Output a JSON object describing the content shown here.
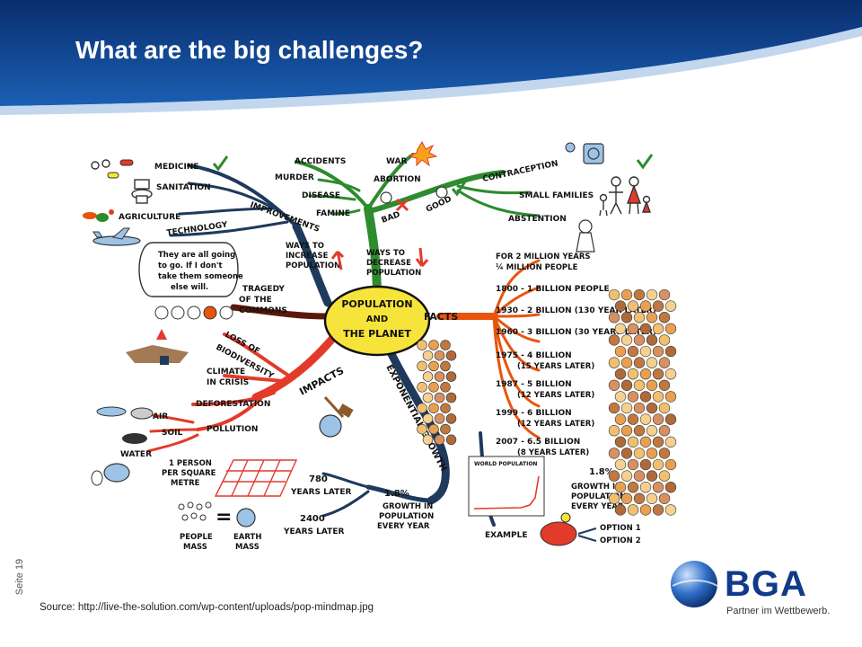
{
  "slide": {
    "title": "What are the big challenges?",
    "page_label": "Seite 19",
    "source": "Source: http://live-the-solution.com/wp-content/uploads/pop-mindmap.jpg"
  },
  "logo": {
    "word": "BGA",
    "tagline": "Partner im Wettbewerb.",
    "color": "#123a8c"
  },
  "colors": {
    "header_dark": "#0a2e6e",
    "header_light": "#1a5fb4",
    "impacts_red": "#e23b2a",
    "growth_navy": "#1e3a5c",
    "ways_green": "#2e8b2e",
    "facts_orange": "#e8540c",
    "center_yellow": "#f7e43a"
  },
  "mindmap": {
    "center": [
      "POPULATION",
      "AND",
      "THE PLANET"
    ],
    "ways_to_increase": {
      "label": [
        "WAYS TO",
        "INCREASE",
        "POPULATION"
      ],
      "improvements": "IMPROVEMENTS",
      "items": [
        "MEDICINE",
        "SANITATION",
        "AGRICULTURE",
        "TECHNOLOGY"
      ]
    },
    "ways_to_decrease": {
      "label": [
        "WAYS TO",
        "DECREASE",
        "POPULATION"
      ],
      "bad": "BAD",
      "bad_items": [
        "ACCIDENTS",
        "MURDER",
        "DISEASE",
        "FAMINE",
        "WAR",
        "ABORTION"
      ],
      "good": "GOOD",
      "good_items": [
        "CONTRACEPTION",
        "SMALL FAMILIES",
        "ABSTENTION"
      ]
    },
    "tragedy": {
      "label": [
        "TRAGEDY",
        "OF THE",
        "COMMONS"
      ],
      "speech": [
        "They are all going",
        "to go. If I don't",
        "take them someone",
        "else will."
      ]
    },
    "impacts": {
      "label": "IMPACTS",
      "items": [
        "LOSS OF",
        "BIODIVERSITY",
        "CLIMATE",
        "IN CRISIS",
        "DEFORESTATION",
        "POLLUTION"
      ],
      "pollution_items": [
        "AIR",
        "SOIL",
        "WATER"
      ]
    },
    "facts": {
      "label": "FACTS",
      "rows": [
        "FOR 2 MILLION YEARS",
        "¼ MILLION PEOPLE",
        "1800 - 1 BILLION PEOPLE",
        "1930 - 2 BILLION (130 YEAR LATER)",
        "1960 - 3 BILLION (30 YEARS LATER)",
        "1975 - 4 BILLION",
        "(15 YEARS LATER)",
        "1987 - 5 BILLION",
        "(12 YEARS LATER)",
        "1999 - 6 BILLION",
        "(12 YEARS LATER)",
        "2007 - 6.5 BILLION",
        "(8 YEARS LATER)"
      ]
    },
    "growth": {
      "label": "EXPONENTIAL GROWTH",
      "example": "EXAMPLE",
      "chart_title": "WORLD POPULATION",
      "growth_right": [
        "1.8%",
        "GROWTH IN",
        "POPULATION",
        "EVERY YEAR"
      ],
      "options": [
        "OPTION 1",
        "OPTION 2"
      ],
      "growth_bottom": [
        "1.8%",
        "GROWTH IN",
        "POPULATION",
        "EVERY YEAR"
      ],
      "scenario1": [
        "780",
        "YEARS LATER"
      ],
      "scenario1_desc": [
        "1 PERSON",
        "PER SQUARE",
        "METRE"
      ],
      "scenario2": [
        "2400",
        "YEARS LATER"
      ],
      "people_mass": [
        "PEOPLE",
        "MASS"
      ],
      "earth_mass": [
        "EARTH",
        "MASS"
      ],
      "equals": "="
    }
  }
}
